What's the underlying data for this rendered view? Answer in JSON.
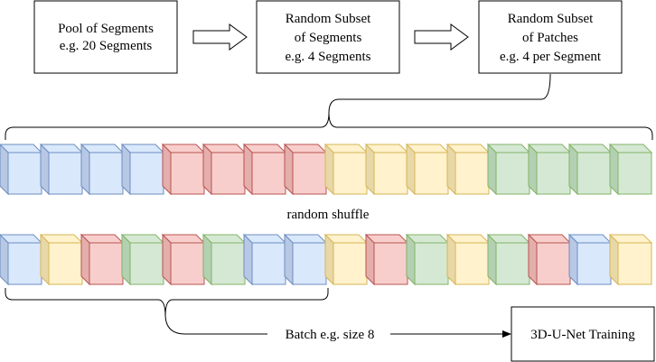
{
  "boxes": {
    "pool": {
      "lines": [
        "Pool of Segments",
        "e.g. 20 Segments"
      ]
    },
    "subset_segments": {
      "lines": [
        "Random Subset",
        "of Segments",
        "e.g. 4 Segments"
      ]
    },
    "subset_patches": {
      "lines": [
        "Random Subset",
        "of Patches",
        "e.g. 4 per Segment"
      ]
    },
    "training": {
      "label": "3D-U-Net Training"
    }
  },
  "labels": {
    "shuffle": "random shuffle",
    "batch": "Batch e.g. size 8"
  },
  "colors": {
    "blue": {
      "face": "#dae8fc",
      "side": "#b8c8e4",
      "stroke": "#6c8ebf"
    },
    "red": {
      "face": "#f8cecc",
      "side": "#e4aeac",
      "stroke": "#b85450"
    },
    "yellow": {
      "face": "#fff2cc",
      "side": "#e8d8a8",
      "stroke": "#d6b656"
    },
    "green": {
      "face": "#d5e8d4",
      "side": "#b4d0b2",
      "stroke": "#82b366"
    }
  },
  "rows": {
    "ordered": [
      "blue",
      "blue",
      "blue",
      "blue",
      "red",
      "red",
      "red",
      "red",
      "yellow",
      "yellow",
      "yellow",
      "yellow",
      "green",
      "green",
      "green",
      "green"
    ],
    "shuffled": [
      "blue",
      "yellow",
      "red",
      "green",
      "red",
      "green",
      "blue",
      "blue",
      "yellow",
      "red",
      "green",
      "yellow",
      "green",
      "red",
      "blue",
      "yellow"
    ]
  }
}
